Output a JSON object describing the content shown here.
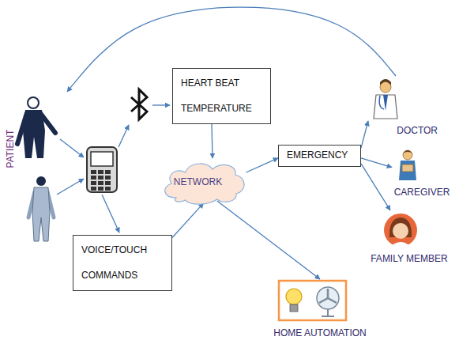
{
  "diagram": {
    "nodes": [
      {
        "text": [
          "PATIENT"
        ]
      },
      {
        "text": [
          "HEART BEAT TEMPERATURE"
        ]
      },
      {
        "text": [
          "NETWORK"
        ]
      },
      {
        "text": [
          "VOICE/TOUCH COMMANDS"
        ]
      },
      {
        "text": [
          "EMERGENCY"
        ]
      },
      {
        "text": [
          "DOCTOR"
        ]
      },
      {
        "text": [
          "CAREGIVER"
        ]
      },
      {
        "text": [
          "FAMILY MEMBER"
        ]
      },
      {
        "text": [
          "HOME AUTOMATION"
        ]
      }
    ],
    "edges": [
      {
        "from": 1,
        "to": 2,
        "arrow": "to"
      },
      {
        "from": 3,
        "to": 2,
        "arrow": "to"
      },
      {
        "from": 2,
        "to": 4,
        "arrow": "to"
      },
      {
        "from": 2,
        "to": 8,
        "arrow": "to"
      },
      {
        "from": 4,
        "to": 5,
        "arrow": "to"
      },
      {
        "from": 4,
        "to": 6,
        "arrow": "to"
      },
      {
        "from": 4,
        "to": 7,
        "arrow": "to"
      },
      {
        "from": 5,
        "to": 0,
        "arrow": "to"
      }
    ]
  }
}
